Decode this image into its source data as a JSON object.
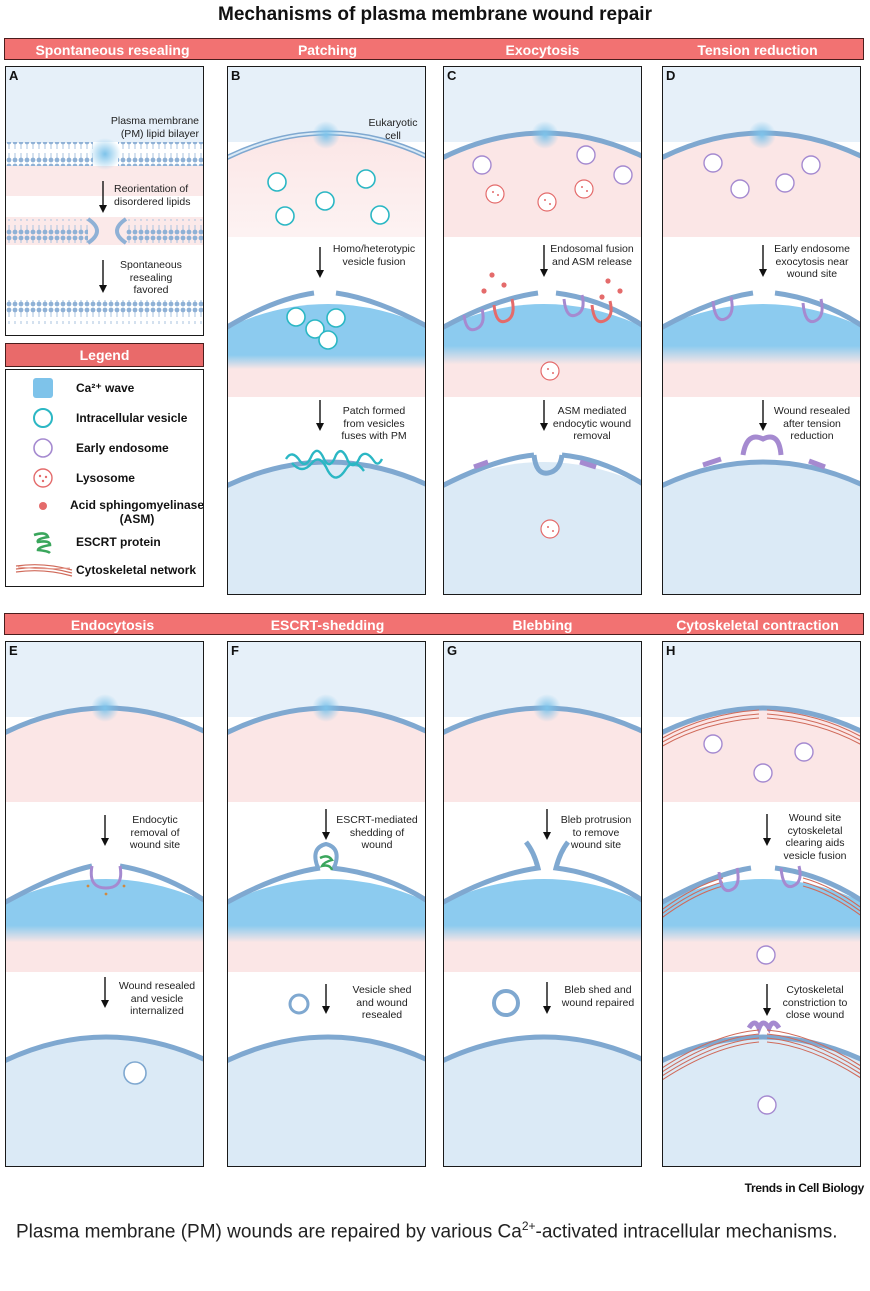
{
  "figure": {
    "title": "Mechanisms of plasma membrane wound repair",
    "journal": "Trends in Cell Biology",
    "caption_pre": "Plasma membrane (PM) wounds are repaired by various Ca",
    "caption_sup": "2+",
    "caption_post": "-activated intracellular mechanisms."
  },
  "headers_top": [
    "Spontaneous resealing",
    "Patching",
    "Exocytosis",
    "Tension reduction"
  ],
  "headers_bottom": [
    "Endocytosis",
    "ESCRT-shedding",
    "Blebbing",
    "Cytoskeletal contraction"
  ],
  "panels": {
    "A": {
      "letter": "A",
      "t1": "Plasma membrane\n(PM) lipid bilayer",
      "t2": "Reorientation of\ndisordered lipids",
      "t3": "Spontaneous\nresealing\nfavored"
    },
    "B": {
      "letter": "B",
      "t0": "Eukaryotic\ncell",
      "t1": "Homo/heterotypic\nvesicle fusion",
      "t2": "Patch formed\nfrom vesicles\nfuses with PM"
    },
    "C": {
      "letter": "C",
      "t1": "Endosomal fusion\nand ASM release",
      "t2": "ASM mediated\nendocytic wound\nremoval"
    },
    "D": {
      "letter": "D",
      "t1": "Early endosome\nexocytosis near\nwound site",
      "t2": "Wound resealed\nafter tension\nreduction"
    },
    "E": {
      "letter": "E",
      "t1": "Endocytic\nremoval of\nwound site",
      "t2": "Wound resealed\nand vesicle\ninternalized"
    },
    "F": {
      "letter": "F",
      "t1": "ESCRT-mediated\nshedding of\nwound",
      "t2": "Vesicle shed\nand wound\nresealed"
    },
    "G": {
      "letter": "G",
      "t1": "Bleb protrusion\nto remove\nwound site",
      "t2": "Bleb shed and\nwound repaired"
    },
    "H": {
      "letter": "H",
      "t1": "Wound site\ncytoskeletal\nclearing aids\nvesicle fusion",
      "t2": "Cytoskeletal\nconstriction to\nclose wound"
    }
  },
  "legend": {
    "title": "Legend",
    "items": [
      {
        "label": "Ca²⁺ wave",
        "icon": "ca-wave-icon"
      },
      {
        "label": "Intracellular vesicle",
        "icon": "intracellular-vesicle-icon"
      },
      {
        "label": "Early endosome",
        "icon": "early-endosome-icon"
      },
      {
        "label": "Lysosome",
        "icon": "lysosome-icon"
      },
      {
        "label": "Acid sphingomyelinase\n(ASM)",
        "icon": "asm-dot-icon"
      },
      {
        "label": "ESCRT protein",
        "icon": "escrt-protein-icon"
      },
      {
        "label": "Cytoskeletal network",
        "icon": "cytoskeletal-network-icon"
      }
    ]
  },
  "colors": {
    "header": "#f27272",
    "membrane": "#7fa8d0",
    "cytoplasm_blue": "#dbeaf6",
    "cytoplasm_pink": "#fbe6e6",
    "ca_wave": "#7ec3ea",
    "vesicle": "#2bb7c4",
    "endosome": "#a58ad0",
    "lysosome": "#e46b6b",
    "escrt": "#3aa65c",
    "cytoskeleton": "#d06a5a"
  }
}
